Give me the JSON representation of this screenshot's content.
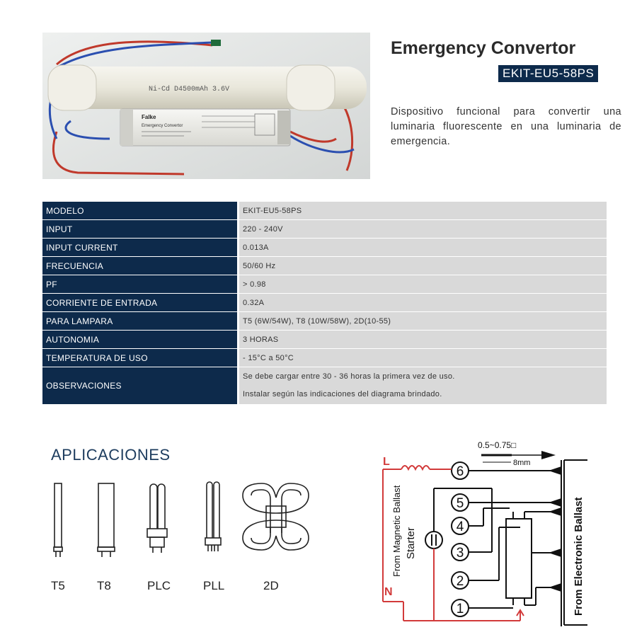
{
  "product": {
    "title": "Emergency Convertor",
    "model_badge": "EKIT-EU5-58PS",
    "description": "Dispositivo funcional para convertir una luminaria fluorescente en una luminaria de emergencia.",
    "photo": {
      "battery_print": "Ni-Cd D4500mAh 3.6V",
      "module_brand": "Falke",
      "module_name": "Emergency Convertor"
    }
  },
  "specs": [
    {
      "key": "MODELO",
      "value": "EKIT-EU5-58PS"
    },
    {
      "key": "INPUT",
      "value": "220 - 240V"
    },
    {
      "key": "INPUT CURRENT",
      "value": "0.013A"
    },
    {
      "key": "FRECUENCIA",
      "value": "50/60 Hz"
    },
    {
      "key": "PF",
      "value": "> 0.98"
    },
    {
      "key": "CORRIENTE DE ENTRADA",
      "value": "0.32A"
    },
    {
      "key": "PARA LAMPARA",
      "value": "T5 (6W/54W), T8 (10W/58W), 2D(10-55)"
    },
    {
      "key": "AUTONOMIA",
      "value": "3 HORAS"
    },
    {
      "key": "TEMPERATURA DE USO",
      "value": "- 15°C a 50°C"
    },
    {
      "key": "OBSERVACIONES",
      "values": [
        "Se debe cargar entre 30 - 36 horas la primera vez de uso.",
        "Instalar según las indicaciones del diagrama brindado."
      ]
    }
  ],
  "applications": {
    "title": "APLICACIONES",
    "lamps": [
      "T5",
      "T8",
      "PLC",
      "PLL",
      "2D"
    ]
  },
  "diagram": {
    "wire_spec": "0.5~0.75□",
    "strip_length": "8mm",
    "line_label": "L",
    "neutral_label": "N",
    "terminals": [
      "1",
      "2",
      "3",
      "4",
      "5",
      "6"
    ],
    "left_label_1": "From Magnetic Ballast",
    "left_label_2": "Starter",
    "right_label": "From Electronic Ballast",
    "colors": {
      "line": "#d23a3a",
      "wire": "#111111"
    }
  }
}
